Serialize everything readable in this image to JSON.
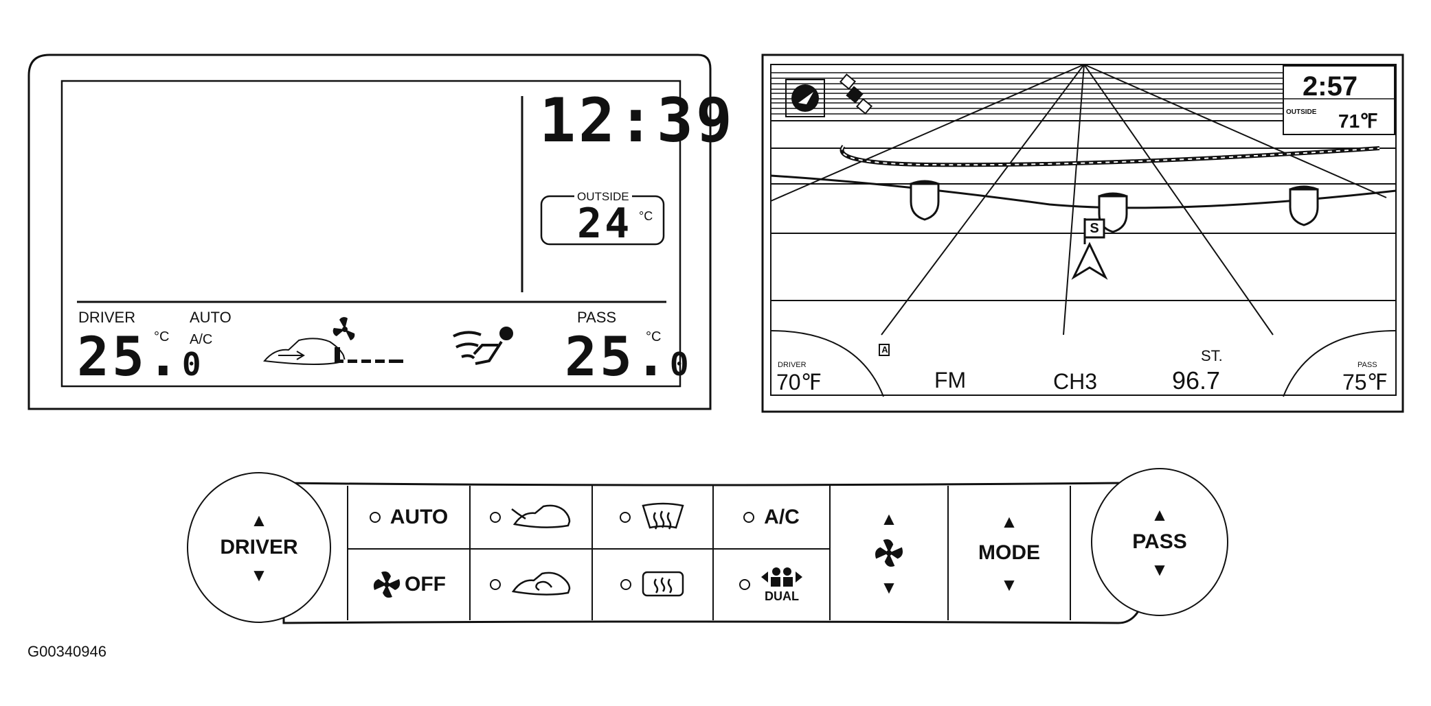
{
  "lcd": {
    "clock": "12:39",
    "outside_label": "OUTSIDE",
    "outside_temp": "24",
    "outside_unit": "°C",
    "driver_label": "DRIVER",
    "driver_unit": "°C",
    "driver_temp_main": "25.",
    "driver_temp_dec": "0",
    "auto_label": "AUTO",
    "ac_label": "A/C",
    "pass_label": "PASS",
    "pass_unit": "°C",
    "pass_temp_main": "25.",
    "pass_temp_dec": "0"
  },
  "nav": {
    "clock": "2:57",
    "outside_label": "OUTSIDE",
    "outside_temp": "71℉",
    "driver_label": "DRIVER",
    "driver_temp": "70℉",
    "preset_marker": "A",
    "band": "FM",
    "channel": "CH3",
    "stereo_label": "ST.",
    "frequency": "96.7",
    "pass_label": "PASS",
    "pass_temp": "75℉",
    "destination_flag": "S"
  },
  "controls": {
    "driver_knob": "DRIVER",
    "auto_button": "AUTO",
    "fan_off_button": "OFF",
    "ac_button": "A/C",
    "dual_button": "DUAL",
    "mode_button": "MODE",
    "pass_knob": "PASS",
    "up_arrow": "▲",
    "down_arrow": "▼"
  },
  "figure_code": "G00340946"
}
